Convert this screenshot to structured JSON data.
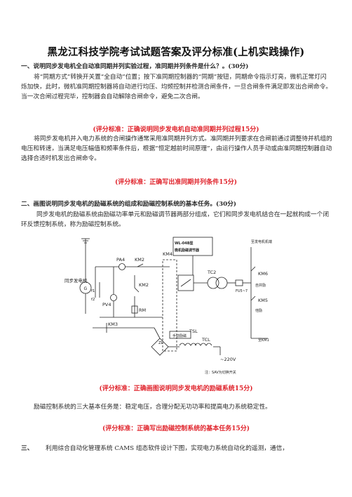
{
  "title": "黑龙江科技学院考试试题答案及评分标准(上机实践操作)",
  "q1": {
    "question": "一、说明同步发电机全自动准同期并列实验过程，准同期并列条件是什么？。(30分)",
    "answer1": "将“同期方式”转换开关置“全自动”位置；按下准同期控制器的“同期”按钮，同期命令指示灯亮，微机正常灯闪烁加快，此时，微机准同期控制器将自动进行均压、均频控制并检测合闸条件，一旦合闸条件满足即发出合闸命令。当一次合闸过程完毕，控制器会自动解除合闸命令，避免二次合闸。",
    "score1": "(评分标准：正确说明同步发电机自动准同期并列过程15分)",
    "answer2": "将同步发电机并入电力系统的合闸操作通常采用准同期并列方式。准同期并列要求在合闸前通过调整待并机组的电压和转速，当满足电压幅值和频率条件后，根据“恒定越前时间原理”，由运行操作人员手动或由准同期控制器自动选择合适时机发出合闸命令。",
    "score2": "(评分标准：正确写出准同期并列条件15分)"
  },
  "q2": {
    "question": "二、画图说明同步发电机的励磁系统的组成和励磁控制系统的基本任务。(30分)",
    "answer1": "同步发电机的励磁系统由励磁功率单元和励磁调节器两部分组成，它们和同步发电机结合在一起就构成一个闭环反馈控制系统，称为励磁控制系统。",
    "score1": "(评分标准：正确画图说明同步发电机的励磁系统15分)",
    "answer2": "励磁控制系统的三大基本任务是：稳定电压，合理分配无功功率和提高电力系统稳定性。",
    "score2": "(评分标准：正确写出励磁控制系统的基本任务15分)"
  },
  "q3": {
    "question_num": "三、",
    "question": "利用综合自动化管理系统 CAMS 组态软件设计下图，实现电力系统自动化的遥测，通信，"
  },
  "diagram": {
    "labels": {
      "generator": "同步发电机",
      "gen_symbol": "G",
      "pa4": "PA4",
      "km2_top": "KM2",
      "km4": "KM4",
      "tc2": "TC2",
      "km6": "KM6",
      "km5": "KM5",
      "pv4": "PV4",
      "km2_mid": "KM2",
      "rm": "RM",
      "f1": "f1",
      "f2": "f2",
      "km3": "KM3",
      "tsl": "TSL",
      "tcl": "TCL",
      "zl": "ZL",
      "v220": "~220V",
      "fu": "FU5~7",
      "regulator_l1": "WL-04B型",
      "regulator_l2": "微机励磁调节器",
      "sys_bus": "至发电机机端",
      "fwd": "他励",
      "rev": "自并励",
      "manual": "手动励磁",
      "exc_out": "至KM1",
      "note": "注：SAV为切换开关"
    }
  }
}
